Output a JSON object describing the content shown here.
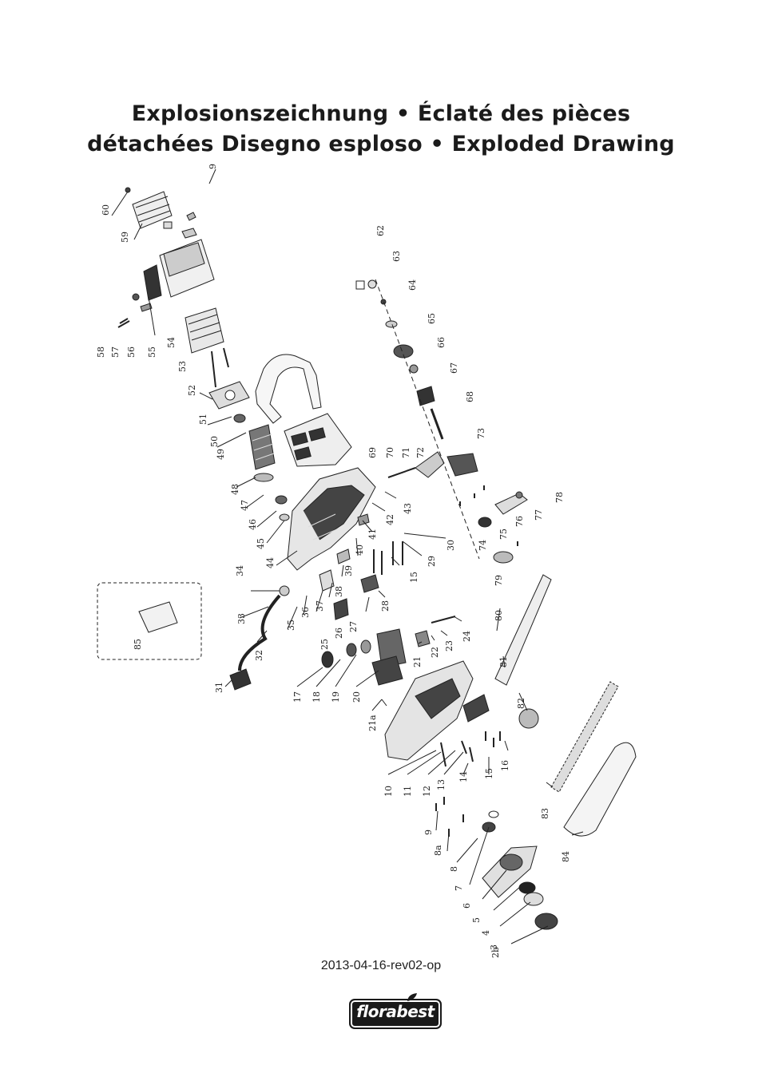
{
  "title": {
    "line1": "Explosionszeichnung • Éclaté des pièces",
    "line2": "détachées  Disegno esploso • Exploded Drawing"
  },
  "revision": "2013-04-16-rev02-op",
  "brand": "florabest",
  "part_numbers": [
    "60",
    "59",
    "9",
    "58",
    "57",
    "56",
    "55",
    "54",
    "53",
    "52",
    "51",
    "50",
    "49",
    "48",
    "47",
    "46",
    "45",
    "44",
    "34",
    "33",
    "32",
    "31",
    "35",
    "36",
    "37",
    "38",
    "39",
    "40",
    "41",
    "42",
    "43",
    "25",
    "26",
    "27",
    "28",
    "62",
    "63",
    "64",
    "65",
    "66",
    "67",
    "68",
    "69",
    "70",
    "71",
    "72",
    "73",
    "74",
    "75",
    "76",
    "77",
    "78",
    "79",
    "30",
    "29",
    "15",
    "17",
    "18",
    "19",
    "20",
    "21",
    "22",
    "23",
    "24",
    "21a",
    "80",
    "81",
    "82",
    "83",
    "84",
    "85",
    "10",
    "11",
    "12",
    "13",
    "14",
    "15",
    "16",
    "9",
    "8a",
    "8",
    "7",
    "6",
    "5",
    "4",
    "3",
    "2b"
  ]
}
